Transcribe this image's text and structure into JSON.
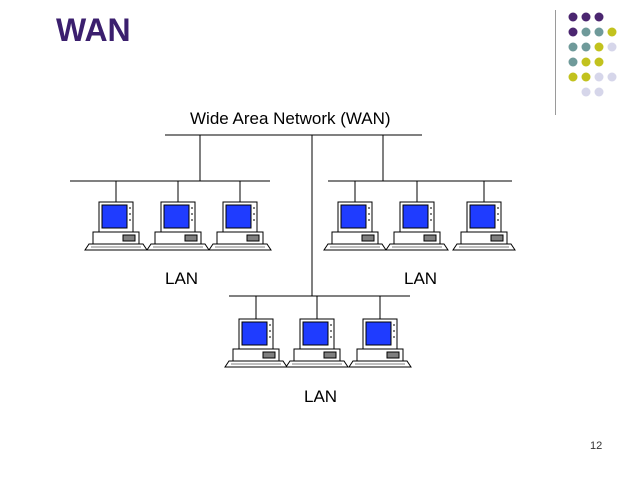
{
  "slide": {
    "title": "WAN",
    "page_number": "12"
  },
  "diagram": {
    "wan_label": "Wide Area Network (WAN)",
    "lan_label_left": "LAN",
    "lan_label_right": "LAN",
    "lan_label_bottom": "LAN"
  },
  "colors": {
    "title": "#3b1f6e",
    "dot_purple": "#4b2670",
    "dot_teal": "#6f9a9a",
    "dot_olive": "#c2c21e",
    "dot_lavender": "#d6d6ea",
    "screen_blue": "#1f3cff"
  }
}
